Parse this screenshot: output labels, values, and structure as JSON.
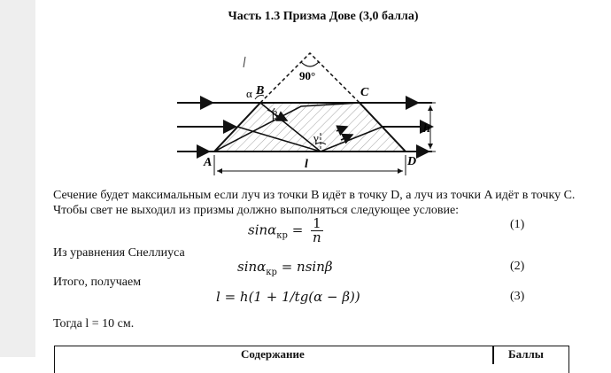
{
  "title": "Часть 1.3 Призма Дове (3,0 балла)",
  "figure": {
    "labels": {
      "angle_top": "90°",
      "A": "A",
      "B": "B",
      "C": "C",
      "D": "D",
      "alpha": "α",
      "beta": "β",
      "gamma": "γ",
      "h": "h",
      "l": "l"
    }
  },
  "paragraph": {
    "line1": "Сечение будет максимальным если луч из точки B идёт в точку D, а луч из точки A идёт в точку C.",
    "line2": "Чтобы свет не выходил из призмы должно выполняться следующее условие:"
  },
  "eq1": {
    "lhs": "sinα",
    "sub": "кр",
    "eq": " = ",
    "num": "1",
    "den": "n",
    "number": "(1)"
  },
  "snell_label": "Из уравнения Снеллиуса",
  "eq2": {
    "lhs": "sinα",
    "sub": "кр",
    "rhs": " = nsinβ",
    "number": "(2)"
  },
  "result_label": "Итого, получаем",
  "eq3": {
    "text": "l = h(1 + 1/tg(α − β))",
    "number": "(3)"
  },
  "answer": "Тогда l = 10 см.",
  "table": {
    "headers": [
      "Содержание",
      "Баллы"
    ]
  }
}
